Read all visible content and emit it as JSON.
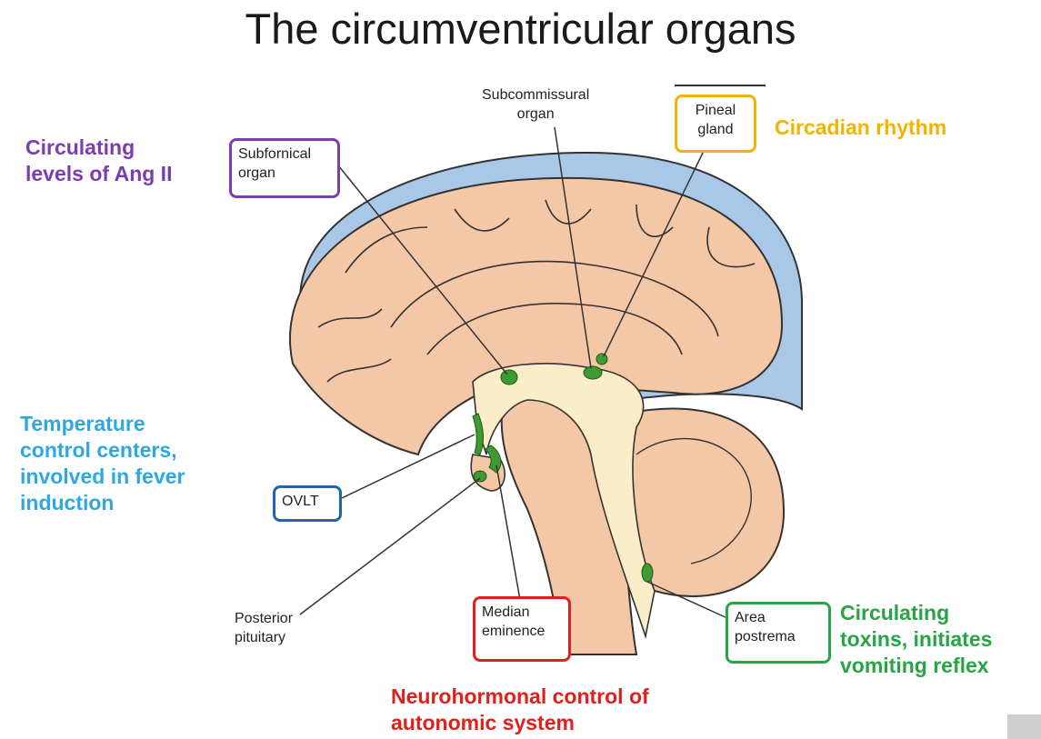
{
  "title": "The circumventricular organs",
  "colors": {
    "purple": "#7b3db0",
    "orange": "#f2b400",
    "sky": "#2ea8de",
    "blue": "#1f66a8",
    "red": "#e0201b",
    "green": "#27a444",
    "tissue": "#f4c7a6",
    "ventricle": "#fbedc7",
    "meninges": "#a9c8e8",
    "organ": "#3f9a32"
  },
  "labels": {
    "subfornical": [
      "Subfornical",
      "organ"
    ],
    "subcommissural": [
      "Subcommissural",
      "organ"
    ],
    "pineal": [
      "Pineal",
      "gland"
    ],
    "ovlt": [
      "OVLT"
    ],
    "posterior_pituitary": [
      "Posterior",
      "pituitary"
    ],
    "median_eminence": [
      "Median",
      "eminence"
    ],
    "area_postrema": [
      "Area",
      "postrema"
    ]
  },
  "functions": {
    "angii": [
      "Circulating",
      "levels of Ang II"
    ],
    "circadian": [
      "Circadian rhythm"
    ],
    "temperature": [
      "Temperature",
      "control centers,",
      "involved in fever",
      "induction"
    ],
    "neurohormonal": [
      "Neurohormonal control of",
      "autonomic system"
    ],
    "toxins": [
      "Circulating",
      "toxins, initiates",
      "vomiting reflex"
    ]
  }
}
